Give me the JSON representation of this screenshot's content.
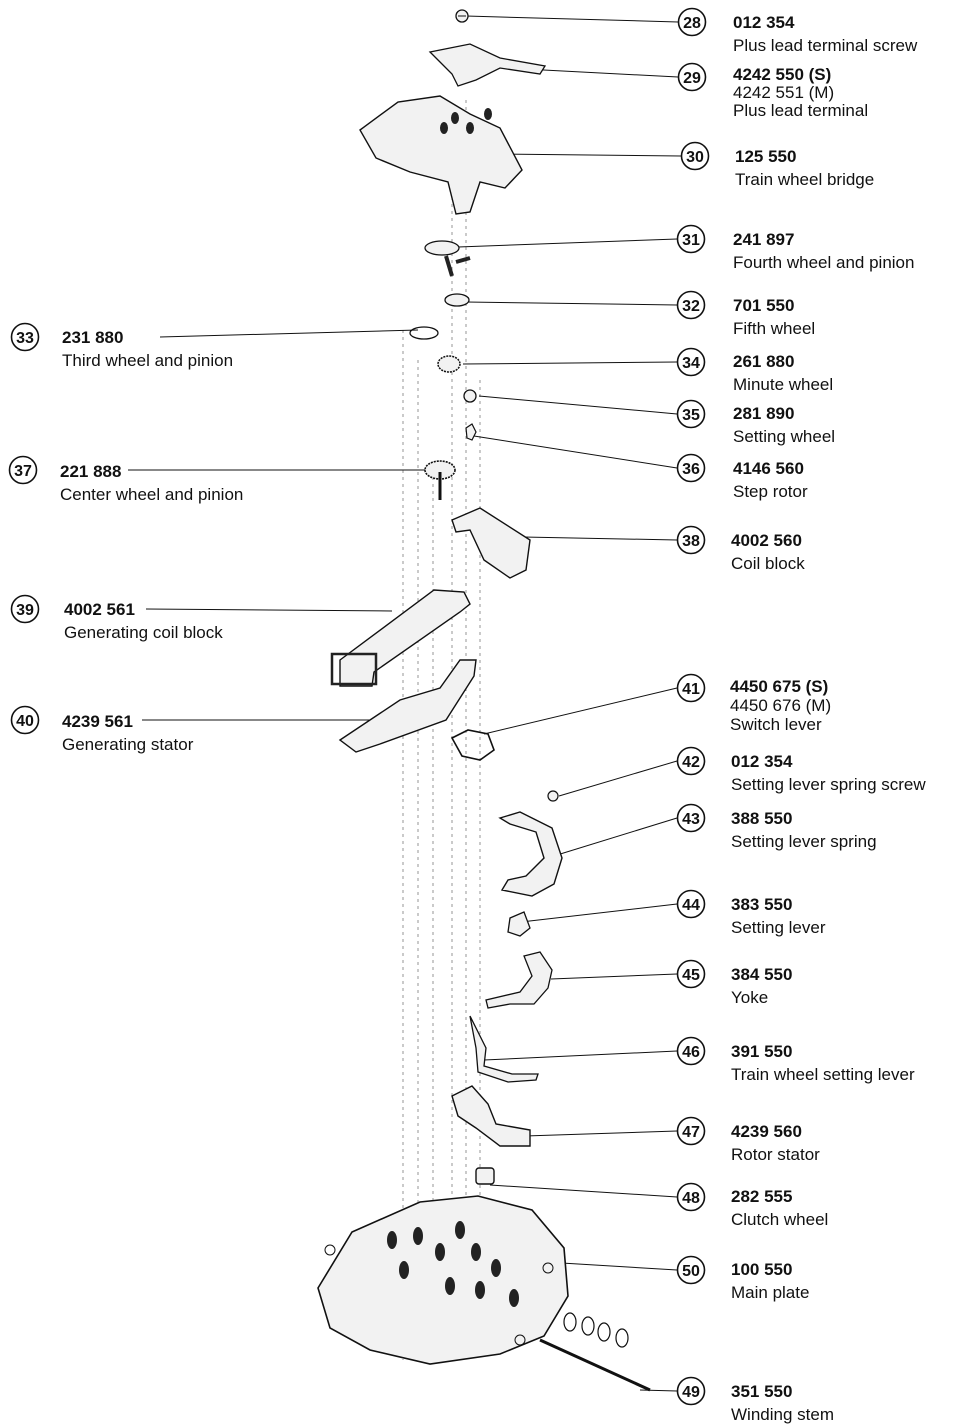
{
  "figure": {
    "colors": {
      "ink": "#111111",
      "paper": "#ffffff",
      "part_fill": "#f2f2f2",
      "part_shade": "#222222"
    }
  },
  "callouts": [
    {
      "num": "28",
      "code": "012 354",
      "names": [
        "Plus lead terminal screw"
      ]
    },
    {
      "num": "29",
      "code": "4242 550 (S)",
      "names": [
        "4242 551 (M)",
        "Plus lead terminal"
      ]
    },
    {
      "num": "30",
      "code": "125 550",
      "names": [
        "Train wheel bridge"
      ]
    },
    {
      "num": "31",
      "code": "241 897",
      "names": [
        "Fourth wheel and pinion"
      ]
    },
    {
      "num": "32",
      "code": "701 550",
      "names": [
        "Fifth wheel"
      ]
    },
    {
      "num": "33",
      "code": "231 880",
      "names": [
        "Third wheel and pinion"
      ]
    },
    {
      "num": "34",
      "code": "261 880",
      "names": [
        "Minute wheel"
      ]
    },
    {
      "num": "35",
      "code": "281 890",
      "names": [
        "Setting wheel"
      ]
    },
    {
      "num": "36",
      "code": "4146 560",
      "names": [
        "Step rotor"
      ]
    },
    {
      "num": "37",
      "code": "221 888",
      "names": [
        "Center wheel and pinion"
      ]
    },
    {
      "num": "38",
      "code": "4002 560",
      "names": [
        "Coil block"
      ]
    },
    {
      "num": "39",
      "code": "4002 561",
      "names": [
        "Generating coil block"
      ]
    },
    {
      "num": "40",
      "code": "4239 561",
      "names": [
        "Generating stator"
      ]
    },
    {
      "num": "41",
      "code": "4450 675 (S)",
      "names": [
        "4450 676 (M)",
        "Switch lever"
      ]
    },
    {
      "num": "42",
      "code": "012 354",
      "names": [
        "Setting lever spring screw"
      ]
    },
    {
      "num": "43",
      "code": "388 550",
      "names": [
        "Setting lever spring"
      ]
    },
    {
      "num": "44",
      "code": "383 550",
      "names": [
        "Setting lever"
      ]
    },
    {
      "num": "45",
      "code": "384 550",
      "names": [
        "Yoke"
      ]
    },
    {
      "num": "46",
      "code": "391 550",
      "names": [
        "Train wheel setting lever"
      ]
    },
    {
      "num": "47",
      "code": "4239 560",
      "names": [
        "Rotor stator"
      ]
    },
    {
      "num": "48",
      "code": "282 555",
      "names": [
        "Clutch wheel"
      ]
    },
    {
      "num": "50",
      "code": "100 550",
      "names": [
        "Main plate"
      ]
    },
    {
      "num": "49",
      "code": "351 550",
      "names": [
        "Winding stem"
      ]
    }
  ]
}
